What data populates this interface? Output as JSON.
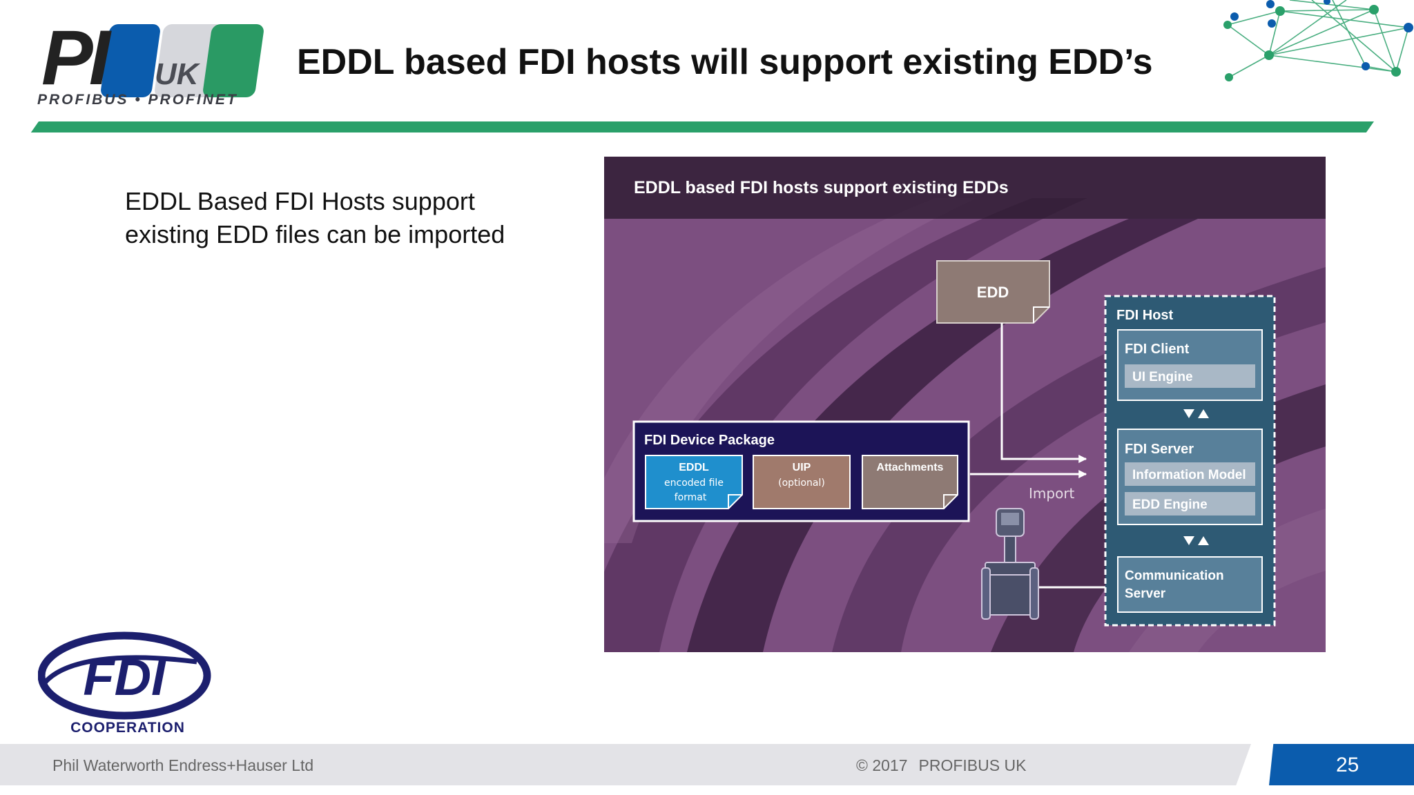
{
  "header": {
    "logo_letters": "PI",
    "logo_uk": "UK",
    "logo_subtitle": "PROFIBUS • PROFINET",
    "title": "EDDL based FDI hosts will support existing EDD’s"
  },
  "body": {
    "lines": [
      "EDDL Based FDI Hosts support",
      "existing EDD files can be imported"
    ]
  },
  "diagram": {
    "banner": "EDDL based FDI hosts support existing EDDs",
    "edd_label": "EDD",
    "package": {
      "title": "FDI Device Package",
      "eddl_line1": "EDDL",
      "eddl_line2": "encoded file",
      "eddl_line3": "format",
      "uip_line1": "UIP",
      "uip_line2": "(optional)",
      "attachments": "Attachments"
    },
    "import_label": "Import",
    "host": {
      "title": "FDI Host",
      "client_title": "FDI Client",
      "ui_engine": "UI Engine",
      "server_title": "FDI Server",
      "info_model": "Information Model",
      "edd_engine": "EDD Engine",
      "comm_line1": "Communication",
      "comm_line2": "Server"
    }
  },
  "fdi_logo": {
    "letters": "FDI",
    "subtitle": "COOPERATION"
  },
  "footer": {
    "author": "Phil Waterworth Endress+Hauser Ltd",
    "copyright": "© 2017",
    "org": "PROFIBUS UK",
    "page_number": "25"
  },
  "colors": {
    "brand_blue": "#0b5cad",
    "brand_green": "#2aa06a",
    "diagram_bg": "#7c4f80",
    "eddl_box": "#1f8fcd",
    "uip_box": "#a07a6c",
    "edd_box": "#8e7a74",
    "host_panel": "#2e5a74"
  }
}
